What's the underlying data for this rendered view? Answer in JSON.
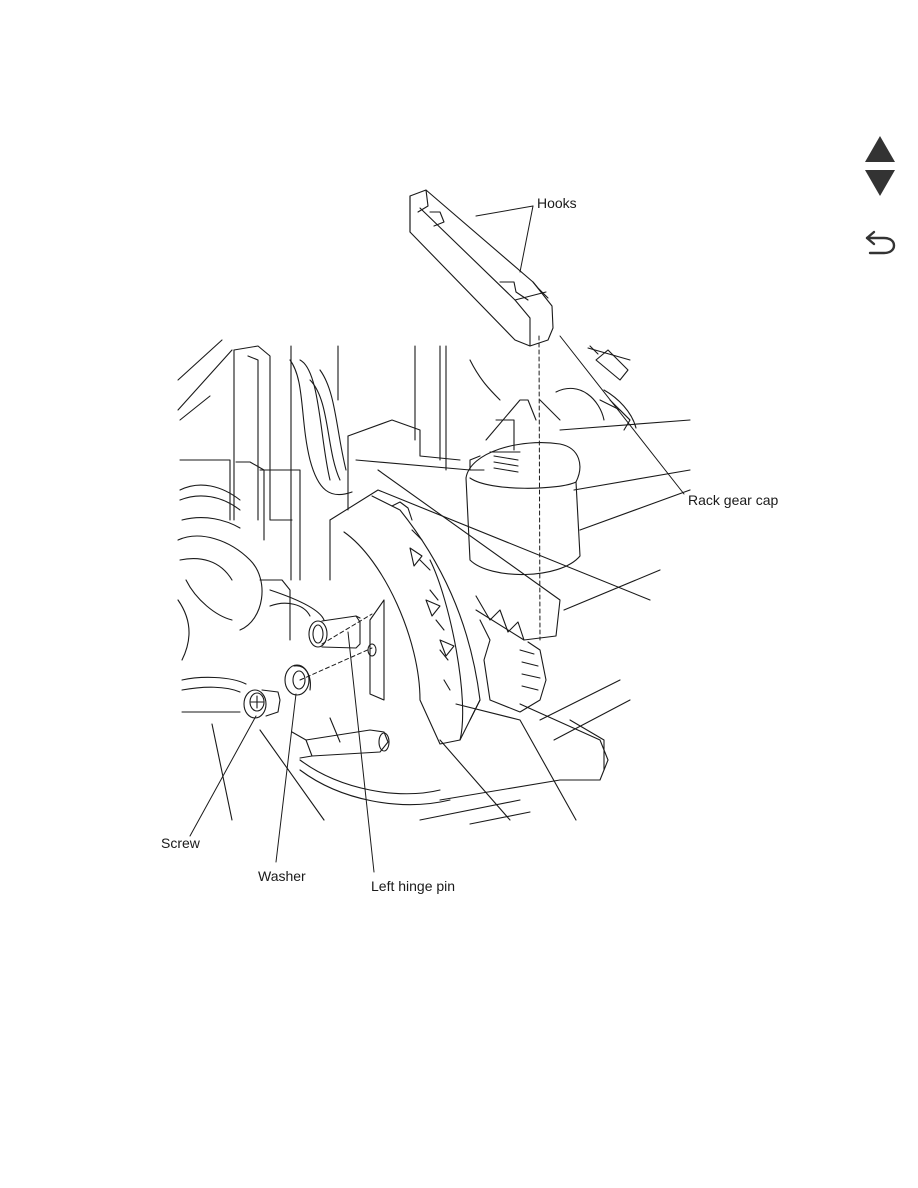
{
  "navigation": {
    "previous_page_icon": "triangle-up-icon",
    "next_page_icon": "triangle-down-icon",
    "go_back_icon": "return-arrow-icon"
  },
  "figure": {
    "callouts": {
      "hooks": "Hooks",
      "rack_gear_cap": "Rack gear cap",
      "screw": "Screw",
      "washer": "Washer",
      "left_hinge_pin": "Left hinge pin"
    }
  }
}
